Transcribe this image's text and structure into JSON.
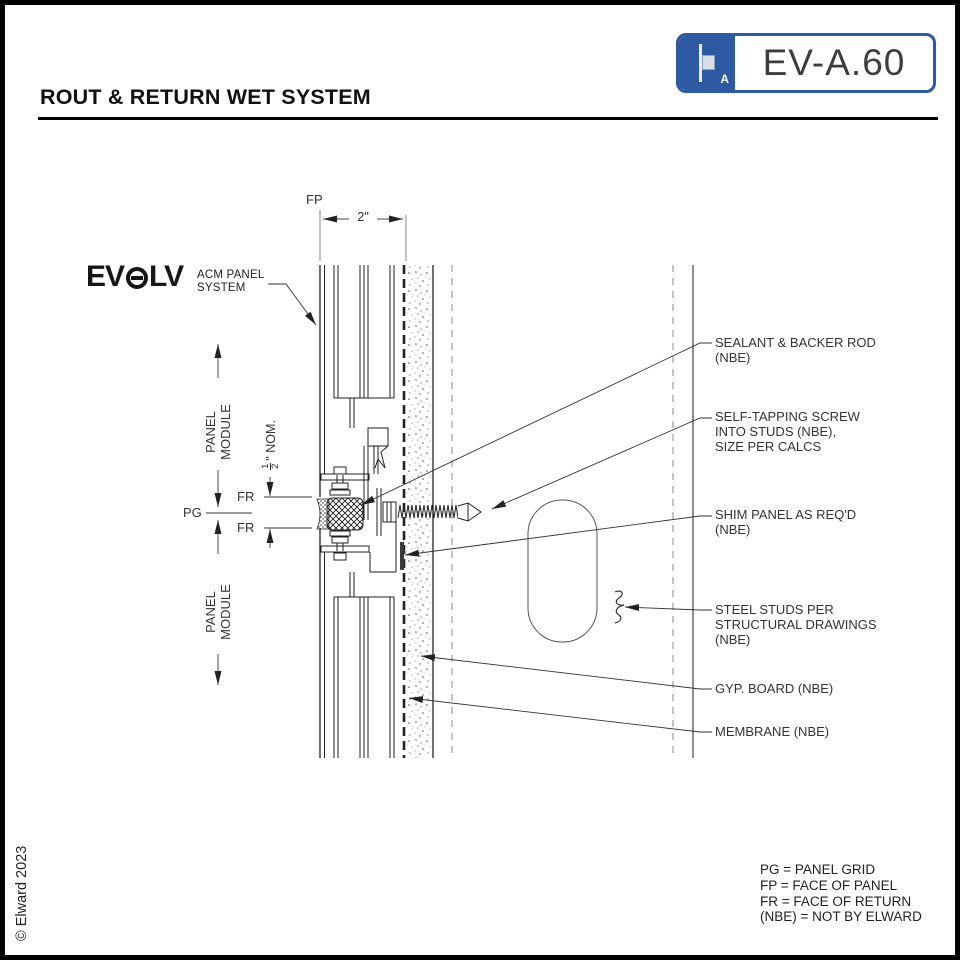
{
  "header": {
    "title": "ROUT & RETURN WET SYSTEM",
    "badge": {
      "code": "EV-A.60",
      "icon_letter": "A"
    }
  },
  "logo": {
    "pre": "EV",
    "post": "LV",
    "subtitle1": "ACM PANEL",
    "subtitle2": "SYSTEM"
  },
  "dims": {
    "fp": "FP",
    "width": "2\"",
    "pg": "PG",
    "fr_top": "FR",
    "fr_bottom": "FR",
    "module_top": "PANEL MODULE",
    "module_bottom": "PANEL MODULE",
    "nom_num": "1",
    "nom_den": "2",
    "nom_suffix": "\" NOM."
  },
  "callouts": {
    "sealant": "SEALANT & BACKER ROD\n(NBE)",
    "screw": "SELF-TAPPING SCREW\nINTO STUDS (NBE),\nSIZE PER CALCS",
    "shim": "SHIM PANEL AS REQ'D\n(NBE)",
    "studs": "STEEL STUDS PER\nSTRUCTURAL DRAWINGS\n(NBE)",
    "gyp": "GYP. BOARD (NBE)",
    "membrane": "MEMBRANE (NBE)"
  },
  "legend": {
    "lines": [
      "PG = PANEL GRID",
      "FP = FACE OF PANEL",
      "FR = FACE OF RETURN",
      "(NBE) = NOT BY ELWARD"
    ]
  },
  "footer": {
    "copyright": "© Elward 2023"
  },
  "colors": {
    "accent_blue": "#2e5aa4",
    "line": "#222222"
  }
}
